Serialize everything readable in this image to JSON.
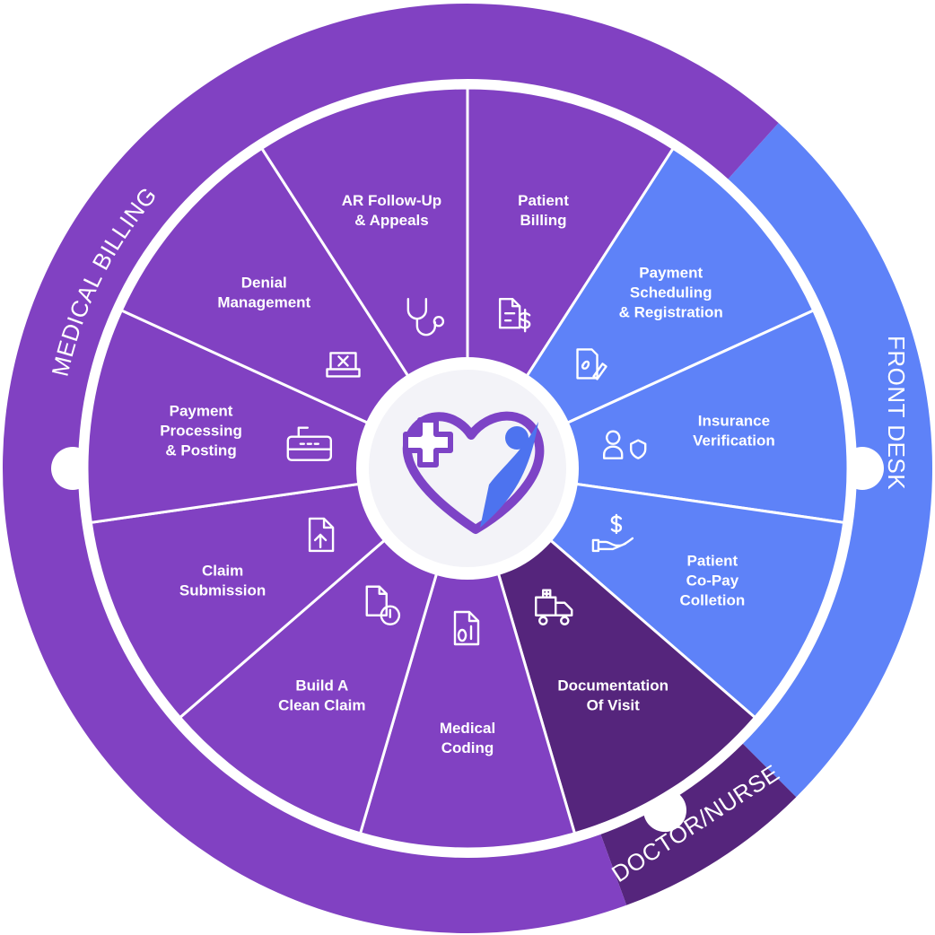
{
  "colors": {
    "billing": "#8141c2",
    "front_desk": "#5e82f8",
    "doctor": "#55257c",
    "divider": "#ffffff",
    "center_bg": "#f3f3f8",
    "logo_purple": "#7d43c6",
    "logo_blue": "#4d73ef"
  },
  "rings": [
    {
      "name": "MEDICAL BILLING",
      "group": "billing"
    },
    {
      "name": "FRONT DESK",
      "group": "front_desk"
    },
    {
      "name": "DOCTOR/NURSE",
      "group": "doctor"
    }
  ],
  "segments": [
    {
      "label": [
        "Patient",
        "Billing"
      ],
      "group": "billing",
      "icon": "invoice-dollar-icon"
    },
    {
      "label": [
        "Payment",
        "Scheduling",
        "& Registration"
      ],
      "group": "front_desk",
      "icon": "document-edit-icon"
    },
    {
      "label": [
        "Insurance",
        "Verification"
      ],
      "group": "front_desk",
      "icon": "user-shield-icon"
    },
    {
      "label": [
        "Patient",
        "Co-Pay",
        "Colletion"
      ],
      "group": "front_desk",
      "icon": "hand-dollar-icon"
    },
    {
      "label": [
        "Documentation",
        "Of Visit"
      ],
      "group": "doctor",
      "icon": "ambulance-icon"
    },
    {
      "label": [
        "Medical",
        "Coding"
      ],
      "group": "billing",
      "icon": "binary-file-icon"
    },
    {
      "label": [
        "Build A",
        "Clean Claim"
      ],
      "group": "billing",
      "icon": "file-info-icon"
    },
    {
      "label": [
        "Claim",
        "Submission"
      ],
      "group": "billing",
      "icon": "file-upload-icon"
    },
    {
      "label": [
        "Payment",
        "Processing",
        "& Posting"
      ],
      "group": "billing",
      "icon": "card-terminal-icon"
    },
    {
      "label": [
        "Denial",
        "Management"
      ],
      "group": "billing",
      "icon": "denied-stamp-icon"
    },
    {
      "label": [
        "AR Follow-Up",
        "& Appeals"
      ],
      "group": "billing",
      "icon": "stethoscope-icon"
    }
  ]
}
